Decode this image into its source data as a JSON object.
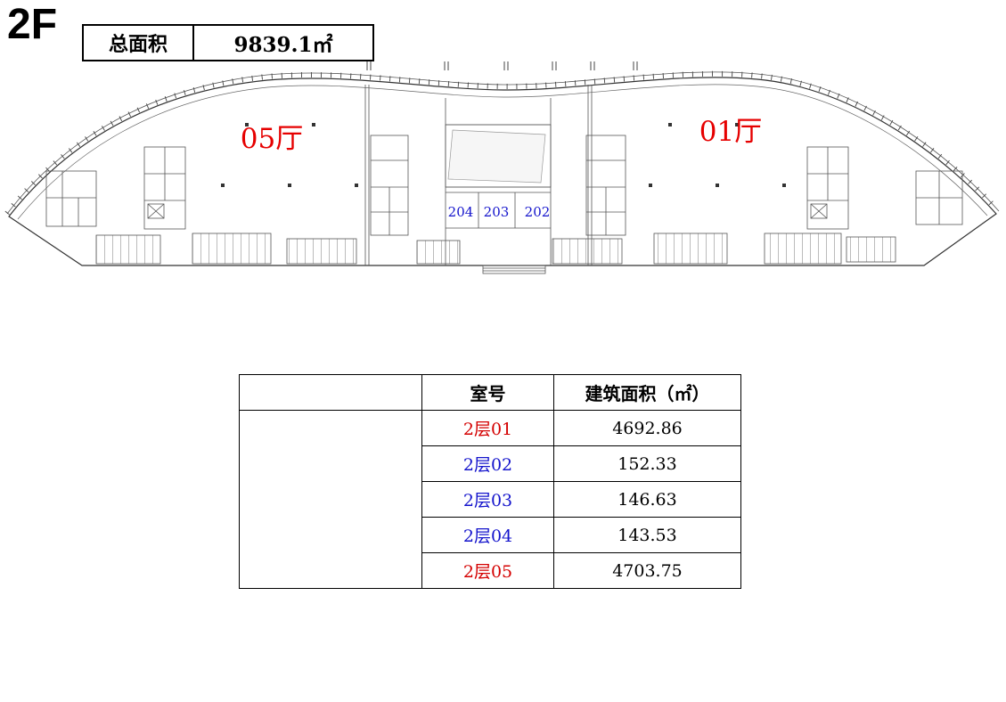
{
  "header": {
    "floor": "2F",
    "total_area_label": "总面积",
    "total_area_value": "9839.1㎡"
  },
  "plan": {
    "halls": [
      {
        "label": "05厅",
        "color": "#e60000"
      },
      {
        "label": "01厅",
        "color": "#e60000"
      }
    ],
    "rooms": [
      {
        "label": "204",
        "color": "#1414cc"
      },
      {
        "label": "203",
        "color": "#1414cc"
      },
      {
        "label": "202",
        "color": "#1414cc"
      }
    ]
  },
  "table": {
    "headers": [
      "室号",
      "建筑面积（㎡）"
    ],
    "rows": [
      {
        "room": "2层01",
        "area": "4692.86",
        "color": "#d40000"
      },
      {
        "room": "2层02",
        "area": "152.33",
        "color": "#1414cc"
      },
      {
        "room": "2层03",
        "area": "146.63",
        "color": "#1414cc"
      },
      {
        "room": "2层04",
        "area": "143.53",
        "color": "#1414cc"
      },
      {
        "room": "2层05",
        "area": "4703.75",
        "color": "#d40000"
      }
    ]
  }
}
